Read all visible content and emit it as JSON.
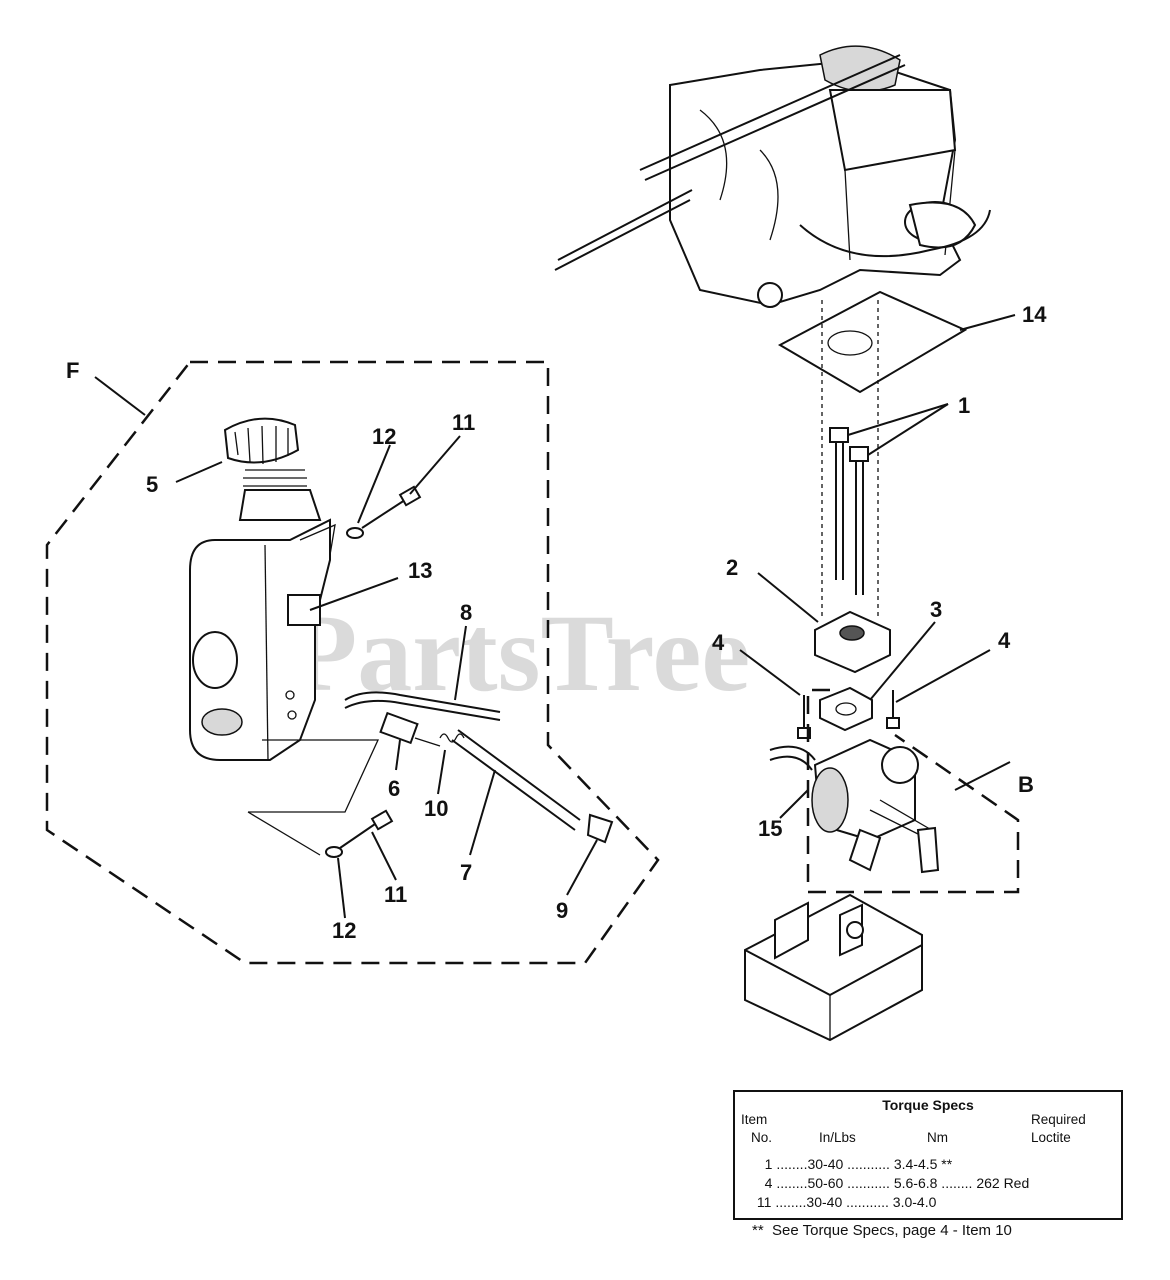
{
  "watermark": "PartsTree",
  "callouts": {
    "F": "F",
    "B": "B",
    "c1": "1",
    "c2": "2",
    "c3": "3",
    "c4a": "4",
    "c4b": "4",
    "c5": "5",
    "c6": "6",
    "c7": "7",
    "c8": "8",
    "c9": "9",
    "c10": "10",
    "c11a": "11",
    "c11b": "11",
    "c12a": "12",
    "c12b": "12",
    "c13": "13",
    "c14": "14",
    "c15": "15"
  },
  "torque_table": {
    "title": "Torque Specs",
    "h_item": "Item",
    "h_no": "No.",
    "h_inlbs": "In/Lbs",
    "h_nm": "Nm",
    "h_required": "Required",
    "h_loctite": "Loctite",
    "rows": [
      {
        "text": "   1 ........30-40 ........... 3.4-4.5 **"
      },
      {
        "text": "   4 ........50-60 ........... 5.6-6.8 ........ 262 Red"
      },
      {
        "text": " 11 ........30-40 ........... 3.0-4.0"
      }
    ],
    "note": "**  See Torque Specs, page 4 - Item 10"
  }
}
